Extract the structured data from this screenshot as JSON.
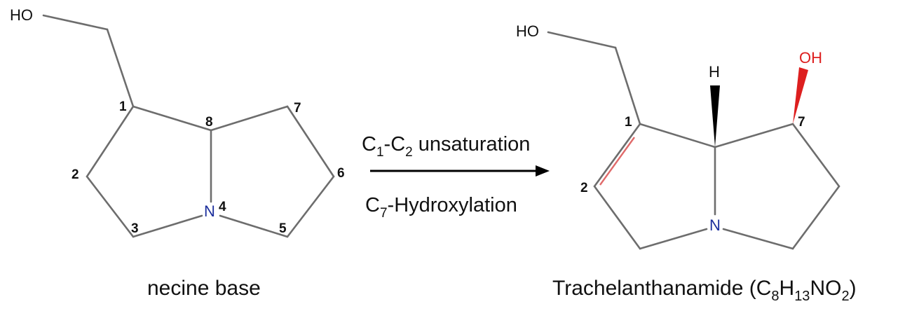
{
  "left_molecule": {
    "caption": "necine base",
    "ho_label": "HO",
    "n_label": "N",
    "atom_numbers": [
      "1",
      "2",
      "3",
      "4",
      "5",
      "6",
      "7",
      "8"
    ]
  },
  "reaction": {
    "condition_top_c": "C",
    "condition_top_sub1": "1",
    "condition_top_dash": "-C",
    "condition_top_sub2": "2",
    "condition_top_rest": " unsaturation",
    "condition_bottom_c": "C",
    "condition_bottom_sub": "7",
    "condition_bottom_rest": "-Hydroxylation"
  },
  "right_molecule": {
    "caption_main": "Trachelanthanamide (C",
    "caption_sub1": "8",
    "caption_h": "H",
    "caption_sub2": "13",
    "caption_no": "NO",
    "caption_sub3": "2",
    "caption_end": ")",
    "ho_label": "HO",
    "oh_label": "OH",
    "h_label": "H",
    "n_label": "N",
    "atom_numbers": [
      "1",
      "2",
      "7"
    ]
  },
  "colors": {
    "bond": "#6d6d6d",
    "nitrogen": "#1c2f9c",
    "highlight_red": "#dd1f1f",
    "double_bond_red": "#e06a6a"
  }
}
